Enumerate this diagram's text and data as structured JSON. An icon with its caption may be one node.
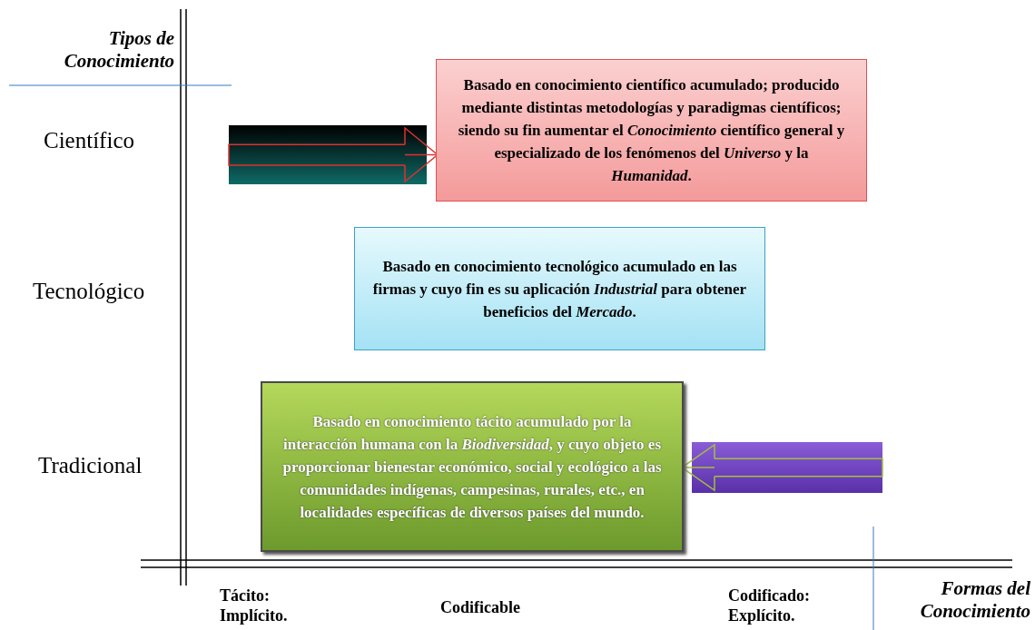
{
  "diagram": {
    "nodes": [
      {
        "text": [
          "Basado en conocimiento científico acumulado; producido mediante distintas metodologías y paradigmas científicos; siendo su fin aumentar el *Conocimiento* científico general y especializado de los fenómenos del *Universo* y la *Humanidad*."
        ]
      },
      {
        "text": [
          "Basado en conocimiento tecnológico acumulado en las firmas y cuyo fin es su aplicación *Industrial* para obtener beneficios del *Mercado*."
        ]
      },
      {
        "text": [
          "Basado en conocimiento tácito acumulado por la interacción humana con la *Biodiversidad*, y cuyo objeto es proporcionar bienestar económico, social y ecológico a las comunidades indígenas, campesinas, rurales, etc., en localidades específicas de diversos países del mundo."
        ]
      }
    ],
    "edges": [
      {
        "from": null,
        "to": 0,
        "arrow": "to",
        "color": "#e03030"
      },
      {
        "from": null,
        "to": 2,
        "arrow": "to",
        "color": "#a0c040"
      }
    ],
    "labels": [
      "Tipos de Conocimiento",
      "Científico",
      "Tecnológico",
      "Tradicional",
      "Tácito: Implícito.",
      "Codificable",
      "Codificado: Explícito.",
      "Formas del Conocimiento"
    ]
  }
}
